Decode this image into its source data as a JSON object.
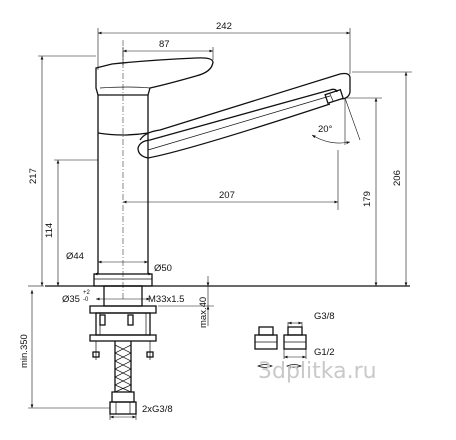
{
  "dimensions": {
    "total_width": "242",
    "handle_width": "87",
    "height_total": "217",
    "height_body_top": "114",
    "spout_reach": "207",
    "spout_height": "179",
    "overall_height": "206",
    "swivel_angle": "20°",
    "base_diameter": "Ø50",
    "body_diameter": "Ø44",
    "hole_diameter": "Ø35",
    "hole_tolerance_plus": "+2",
    "hole_tolerance_minus": "-0",
    "thread": "M33x1.5",
    "max_deck": "max.40",
    "min_hose": "min.350",
    "hose_connection": "2xG3/8",
    "adapter_g38": "G3/8",
    "adapter_g12": "G1/2"
  },
  "watermark": "3dplitka.ru"
}
